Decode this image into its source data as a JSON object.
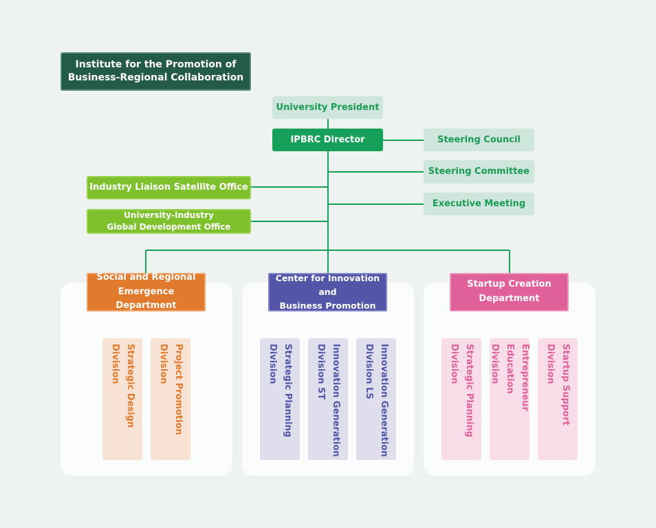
{
  "header": {
    "line1": "Institute for the Promotion of",
    "line2": "Business-Regional Collaboration"
  },
  "top": {
    "president": "University President",
    "director": "IPBRC Director"
  },
  "right_bodies": [
    "Steering Council",
    "Steering Committee",
    "Executive Meeting"
  ],
  "left_offices": {
    "liaison": "Industry Liaison Satellite Office",
    "global_line1": "University-Industry",
    "global_line2": "Global Development Office"
  },
  "departments": [
    {
      "line1": "Social and Regional",
      "line2": "Emergence Department",
      "color": "#e27a2d",
      "divisions": [
        "Strategic Design\nDivision",
        "Project Promotion\nDivision"
      ]
    },
    {
      "line1": "Center for Innovation and",
      "line2": "Business Promotion",
      "color": "#5356a8",
      "divisions": [
        "Strategic Planning\nDivision",
        "Innovation Generation\nDivision ST",
        "Innovation Generation\nDivision LS"
      ]
    },
    {
      "line1": "Startup Creation",
      "line2": "Department",
      "color": "#e0609a",
      "divisions": [
        "Strategic Planning\nDivision",
        "Entrepreneur Education\nDivision",
        "Startup Support\nDivision"
      ]
    }
  ],
  "colors": {
    "connector_green": "#16a05a",
    "title_bg": "#245a4a",
    "background": "#eef3f1"
  }
}
